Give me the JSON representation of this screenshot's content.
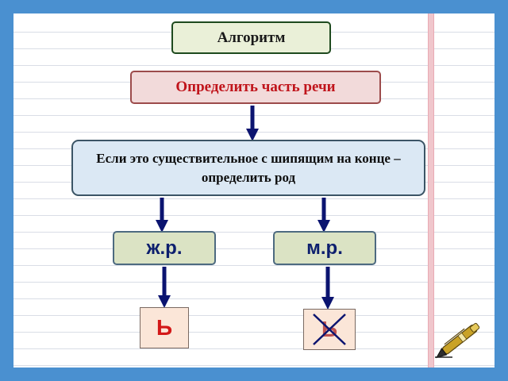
{
  "title": "Алгоритм",
  "step1": "Определить часть речи",
  "step2": "Если это существительное с шипящим на конце – определить род",
  "feminine": "ж.р.",
  "masculine": "м.р.",
  "result_feminine": "Ь",
  "result_masculine": "Ь",
  "colors": {
    "arrow": "#0b1470",
    "step1_text": "#c0141b",
    "letter_text": "#d31818",
    "gender_text": "#0d1f6e",
    "background_frame": "#4a90d0"
  },
  "icons": [
    "pen-icon",
    "cross-mark-icon"
  ]
}
